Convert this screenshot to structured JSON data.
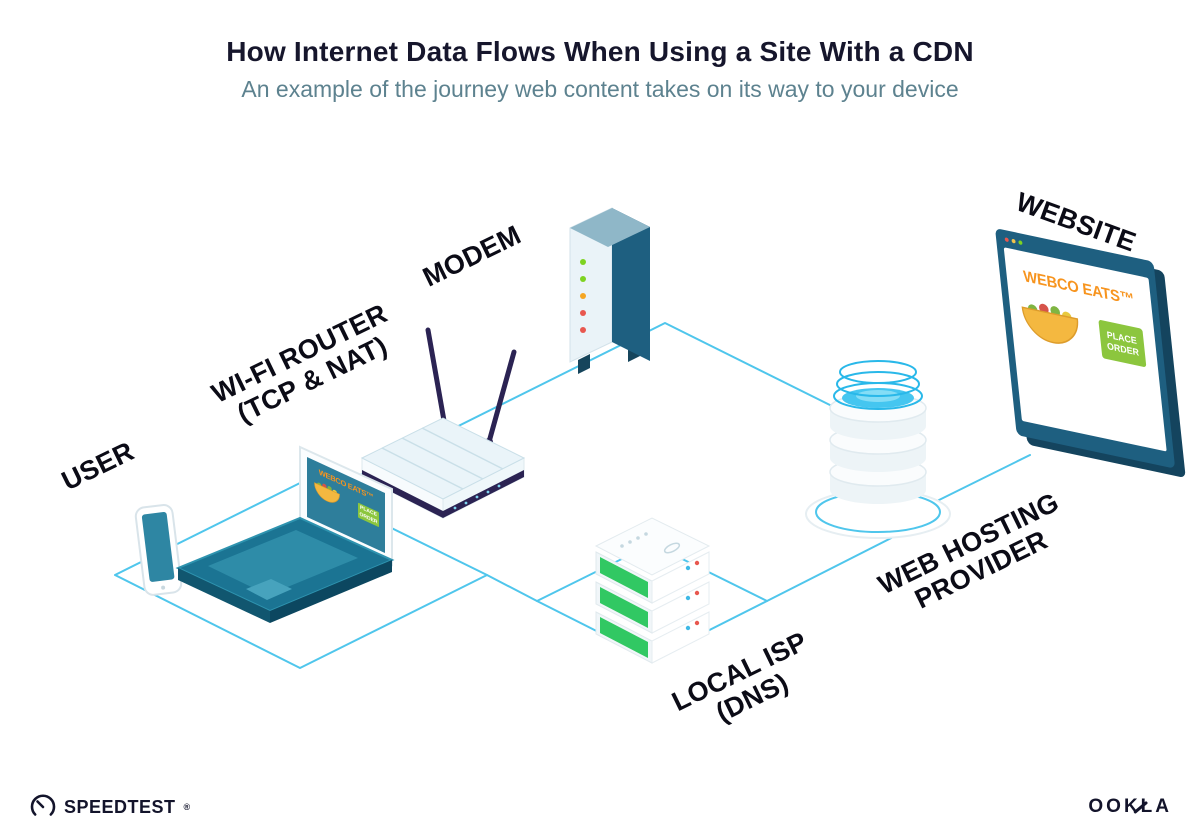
{
  "header": {
    "title": "How Internet Data Flows When Using a Site With a CDN",
    "subtitle": "An example of the journey web content takes on its way to your device"
  },
  "labels": {
    "user": "USER",
    "router_line1": "WI-FI ROUTER",
    "router_line2": "(TCP & NAT)",
    "modem": "MODEM",
    "isp_line1": "LOCAL ISP",
    "isp_line2": "(DNS)",
    "hosting_line1": "WEB HOSTING",
    "hosting_line2": "PROVIDER",
    "website": "WEBSITE"
  },
  "website_window": {
    "brand": "WEBCO EATS™",
    "order_button_line1": "PLACE",
    "order_button_line2": "ORDER"
  },
  "laptop_screen": {
    "brand": "WEBCO EATS™",
    "order_button_line1": "PLACE",
    "order_button_line2": "ORDER"
  },
  "footer": {
    "speedtest_wordmark": "SPEEDTEST",
    "speedtest_mark": "®",
    "ookla_wordmark": "OOKLA"
  },
  "icons": {
    "speedtest_logo": "gauge-icon",
    "browser_window_dots": "traffic-light-dots-icon",
    "taco": "taco-icon",
    "modem_leds": "status-led-icons"
  },
  "colors": {
    "connection_line": "#4FC6EC",
    "device_dark_teal": "#1E5F80",
    "brand_orange": "#F7941E",
    "order_button_green": "#8CC63E",
    "server_panel_green": "#31C863",
    "title_text": "#16162C",
    "subtitle_text": "#5D828F",
    "label_text": "#0B0B16"
  }
}
